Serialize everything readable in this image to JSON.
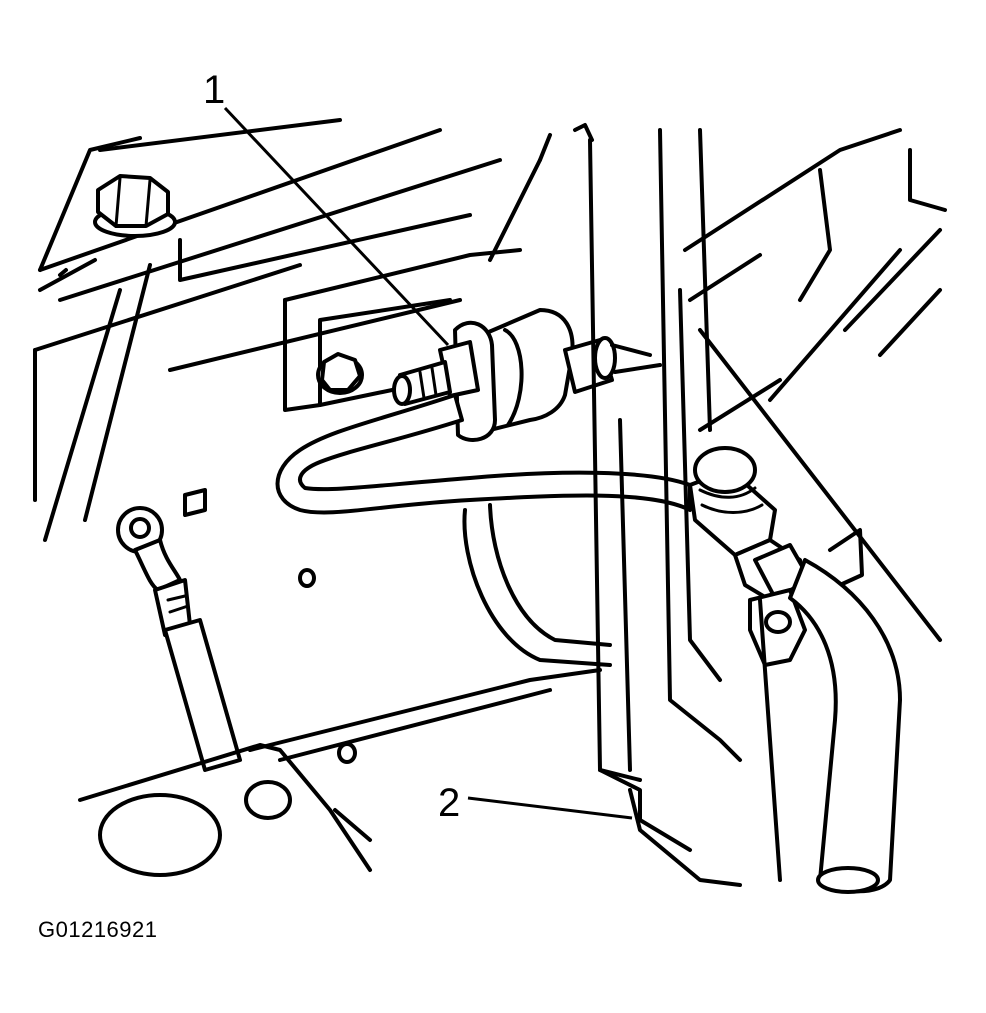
{
  "callouts": [
    {
      "number": "1"
    },
    {
      "number": "2"
    }
  ],
  "figure_id": "G01216921",
  "colors": {
    "line": "#000000",
    "background": "#ffffff"
  }
}
